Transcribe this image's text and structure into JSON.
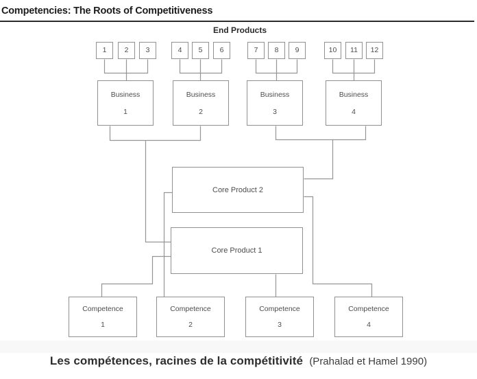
{
  "header": {
    "title": "Competencies: The Roots of Competitiveness"
  },
  "diagram": {
    "end_products_label": "End Products",
    "end_products": [
      "1",
      "2",
      "3",
      "4",
      "5",
      "6",
      "7",
      "8",
      "9",
      "10",
      "11",
      "12"
    ],
    "businesses": [
      {
        "label": "Business",
        "number": "1"
      },
      {
        "label": "Business",
        "number": "2"
      },
      {
        "label": "Business",
        "number": "3"
      },
      {
        "label": "Business",
        "number": "4"
      }
    ],
    "core_products": [
      {
        "label": "Core Product 2"
      },
      {
        "label": "Core Product 1"
      }
    ],
    "competences": [
      {
        "label": "Competence",
        "number": "1"
      },
      {
        "label": "Competence",
        "number": "2"
      },
      {
        "label": "Competence",
        "number": "3"
      },
      {
        "label": "Competence",
        "number": "4"
      }
    ],
    "colors": {
      "line": "#959595",
      "box_border": "#909090",
      "box_text": "#4d4d4d",
      "title_text": "#1c1c1c"
    }
  },
  "caption": {
    "text": "Les compétences, racines de la compétitivité",
    "source": "(Prahalad et Hamel 1990)"
  }
}
